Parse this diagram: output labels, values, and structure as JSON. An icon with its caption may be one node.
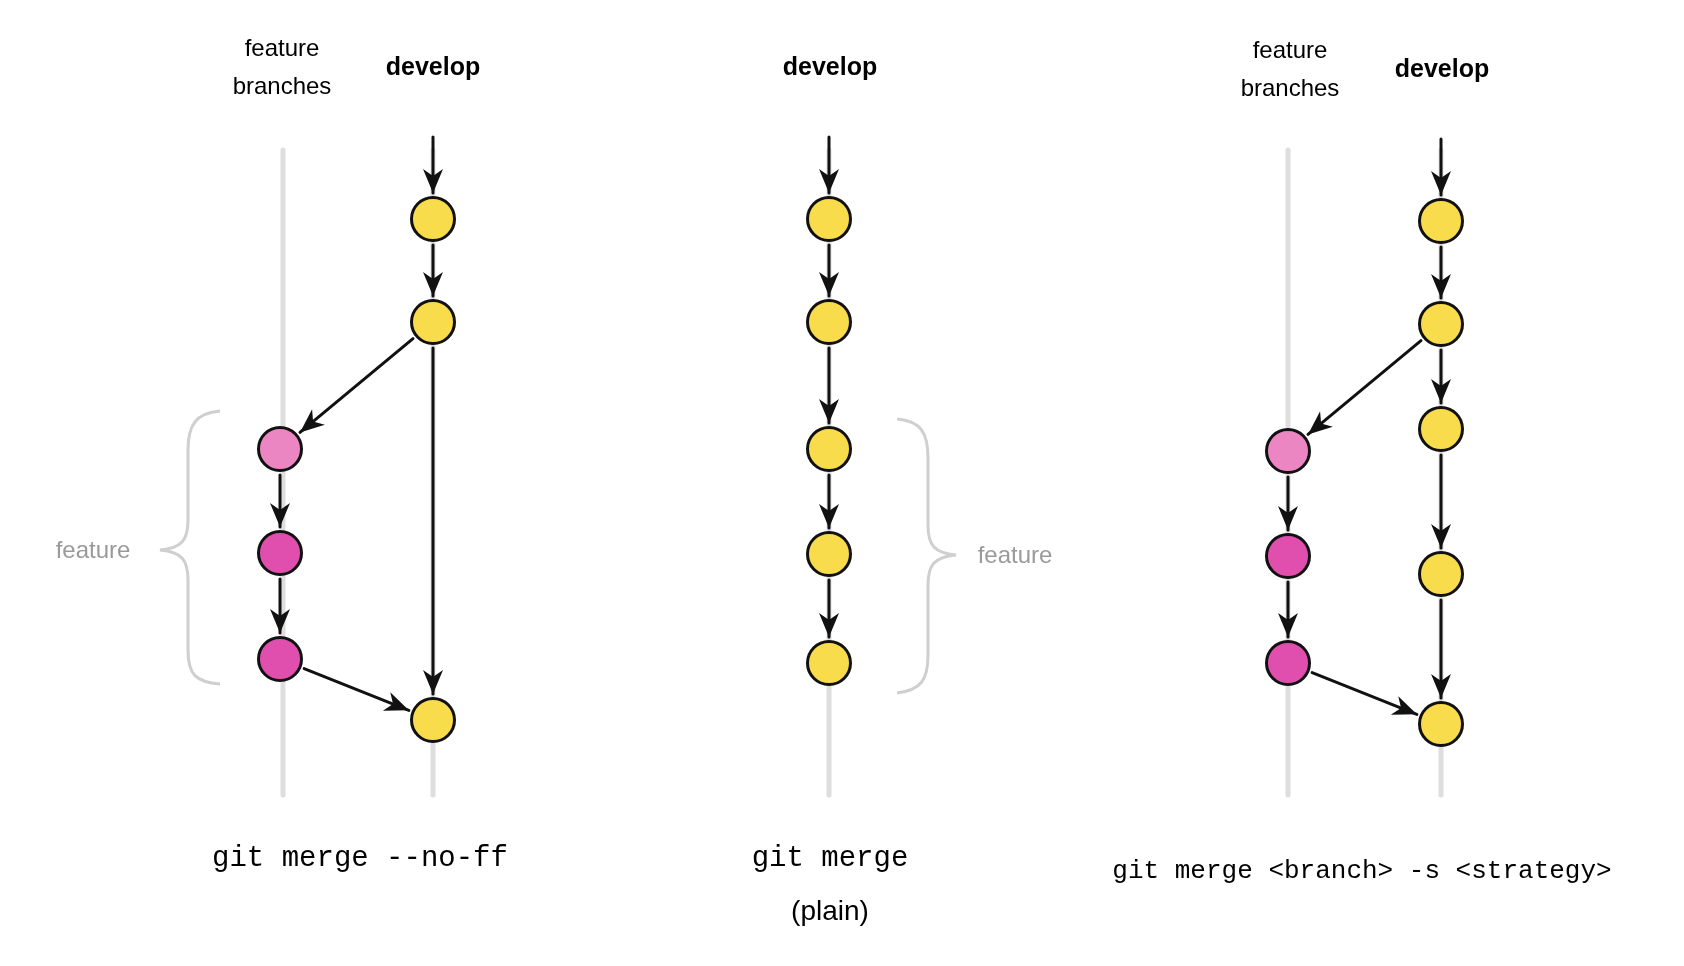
{
  "diagram": {
    "nodes": [
      {
        "text": [],
        "shape": "circle"
      },
      {
        "text": [],
        "shape": "circle"
      },
      {
        "text": [],
        "shape": "circle"
      },
      {
        "text": [],
        "shape": "circle"
      },
      {
        "text": [],
        "shape": "circle"
      },
      {
        "text": [],
        "shape": "circle"
      },
      {
        "text": [],
        "shape": "circle"
      },
      {
        "text": [],
        "shape": "circle"
      },
      {
        "text": [],
        "shape": "circle"
      },
      {
        "text": [],
        "shape": "circle"
      },
      {
        "text": [],
        "shape": "circle"
      },
      {
        "text": [],
        "shape": "circle"
      },
      {
        "text": [],
        "shape": "circle"
      },
      {
        "text": [],
        "shape": "circle"
      },
      {
        "text": [],
        "shape": "circle"
      },
      {
        "text": [],
        "shape": "circle"
      },
      {
        "text": [],
        "shape": "circle"
      },
      {
        "text": [],
        "shape": "circle"
      },
      {
        "text": [],
        "shape": "circle"
      }
    ],
    "edges": [
      {
        "from": null,
        "to": 0,
        "arrow": "to"
      },
      {
        "from": 0,
        "to": 1,
        "arrow": "to"
      },
      {
        "from": 1,
        "to": 2,
        "arrow": "to"
      },
      {
        "from": 2,
        "to": 3,
        "arrow": "to"
      },
      {
        "from": 3,
        "to": 4,
        "arrow": "to"
      },
      {
        "from": 4,
        "to": 5,
        "arrow": "to"
      },
      {
        "from": 1,
        "to": 5,
        "arrow": "to"
      },
      {
        "from": null,
        "to": 6,
        "arrow": "to"
      },
      {
        "from": 6,
        "to": 7,
        "arrow": "to"
      },
      {
        "from": 7,
        "to": 8,
        "arrow": "to"
      },
      {
        "from": 8,
        "to": 9,
        "arrow": "to"
      },
      {
        "from": 9,
        "to": 10,
        "arrow": "to"
      },
      {
        "from": null,
        "to": 11,
        "arrow": "to"
      },
      {
        "from": 11,
        "to": 12,
        "arrow": "to"
      },
      {
        "from": 12,
        "to": 13,
        "arrow": "to"
      },
      {
        "from": 13,
        "to": 16,
        "arrow": "to"
      },
      {
        "from": 16,
        "to": 18,
        "arrow": "to"
      },
      {
        "from": 12,
        "to": 14,
        "arrow": "to"
      },
      {
        "from": 14,
        "to": 15,
        "arrow": "to"
      },
      {
        "from": 15,
        "to": 17,
        "arrow": "to"
      },
      {
        "from": 17,
        "to": 18,
        "arrow": "to"
      }
    ],
    "labels": [
      "feature branches",
      "develop",
      "develop",
      "feature branches",
      "develop",
      "feature",
      "feature",
      "git merge --no-ff",
      "git merge",
      "(plain)",
      "git merge <branch> -s <strategy>"
    ]
  }
}
